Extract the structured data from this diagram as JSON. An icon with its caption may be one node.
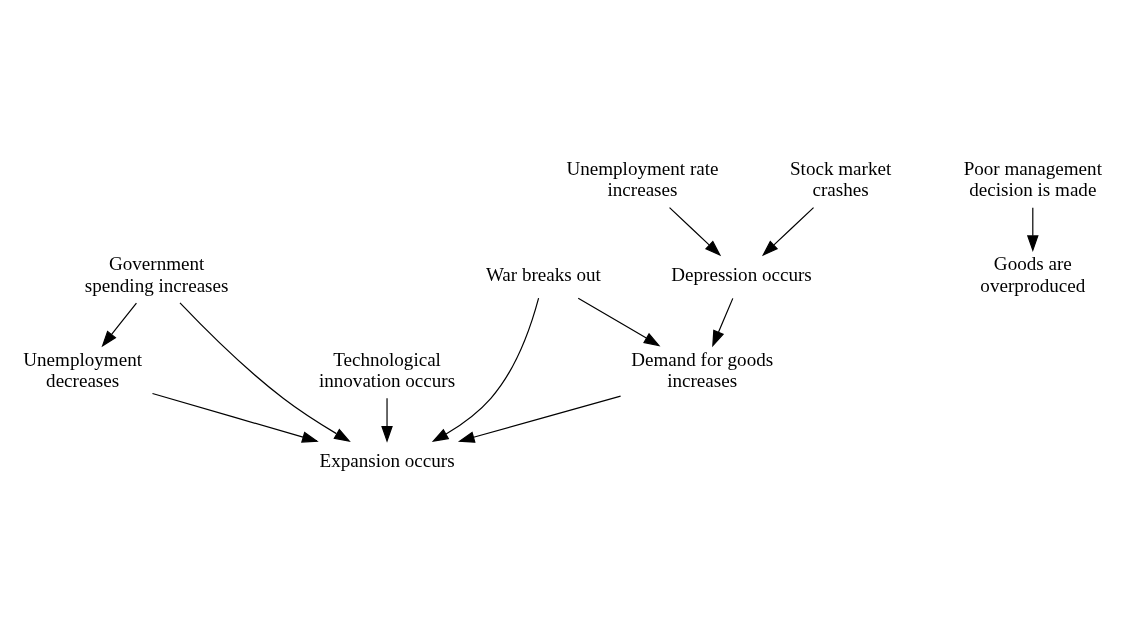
{
  "diagram": {
    "nodes": [
      {
        "text": [
          "Government spending increases"
        ]
      },
      {
        "text": [
          "Technological innovation occurs"
        ]
      },
      {
        "text": [
          "War breaks out"
        ]
      },
      {
        "text": [
          "Unemployment decreases"
        ]
      },
      {
        "text": [
          "Expansion occurs"
        ]
      },
      {
        "text": [
          "Demand for goods increases"
        ]
      },
      {
        "text": [
          "Unemployment rate increases"
        ]
      },
      {
        "text": [
          "Depression occurs"
        ]
      },
      {
        "text": [
          "Stock market crashes"
        ]
      },
      {
        "text": [
          "Poor management decision is made"
        ]
      },
      {
        "text": [
          "Goods are overproduced"
        ]
      }
    ],
    "edges": [
      {
        "from": 0,
        "to": 3,
        "arrow": "to"
      },
      {
        "from": 0,
        "to": 4,
        "arrow": "to"
      },
      {
        "from": 1,
        "to": 4,
        "arrow": "to"
      },
      {
        "from": 2,
        "to": 4,
        "arrow": "to"
      },
      {
        "from": 2,
        "to": 5,
        "arrow": "to"
      },
      {
        "from": 3,
        "to": 4,
        "arrow": "to"
      },
      {
        "from": 5,
        "to": 4,
        "arrow": "to"
      },
      {
        "from": 6,
        "to": 7,
        "arrow": "to"
      },
      {
        "from": 7,
        "to": 5,
        "arrow": "to"
      },
      {
        "from": 8,
        "to": 7,
        "arrow": "to"
      },
      {
        "from": 9,
        "to": 10,
        "arrow": "to"
      }
    ]
  }
}
